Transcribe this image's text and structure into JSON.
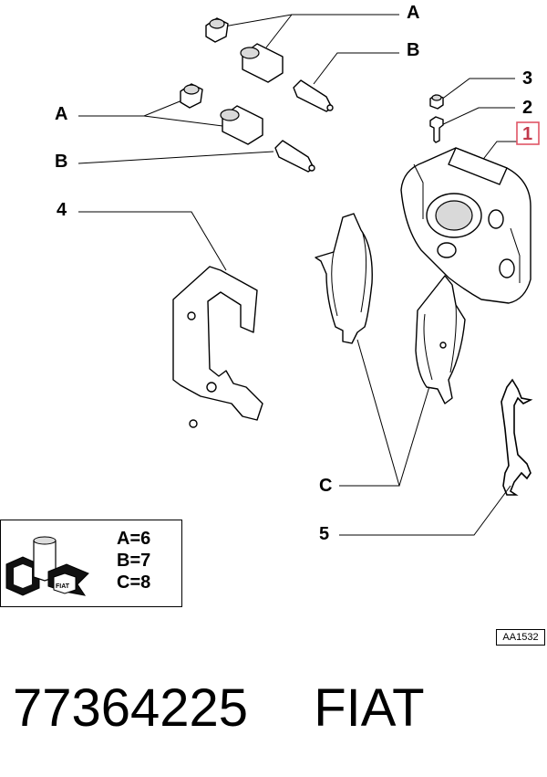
{
  "callouts": {
    "a_top": "A",
    "b_top": "B",
    "a_left": "A",
    "b_left": "B",
    "n1": "1",
    "n2": "2",
    "n3": "3",
    "n4": "4",
    "n5": "5",
    "c": "C"
  },
  "legend": {
    "lines": [
      "A=6",
      "B=7",
      "C=8"
    ],
    "logo_text": "FIAT"
  },
  "ref_code": "AA1532",
  "footer": {
    "part_number": "77364225",
    "brand": "FIAT"
  },
  "colors": {
    "highlight": "#e05566",
    "ink": "#000000"
  }
}
